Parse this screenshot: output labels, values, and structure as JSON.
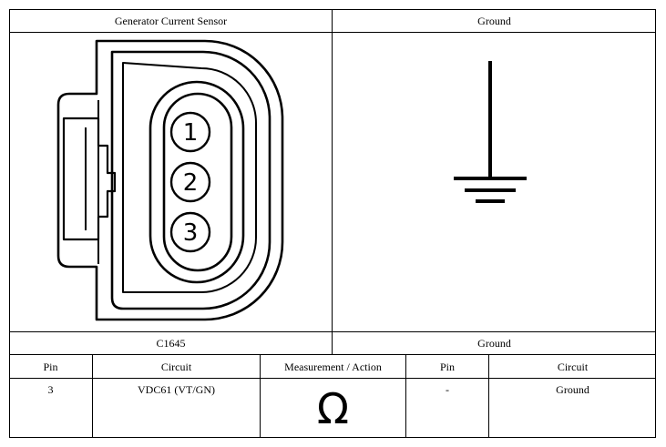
{
  "top": {
    "left_title": "Generator Current Sensor",
    "right_title": "Ground",
    "left_caption": "C1645",
    "right_caption": "Ground"
  },
  "connector": {
    "pins": [
      "1",
      "2",
      "3"
    ]
  },
  "table": {
    "headers": [
      "Pin",
      "Circuit",
      "Measurement / Action",
      "Pin",
      "Circuit"
    ],
    "row": {
      "pin": "3",
      "circuit": "VDC61 (VT/GN)",
      "measurement_symbol": "Ω",
      "pin2": "-",
      "circuit2": "Ground"
    }
  }
}
